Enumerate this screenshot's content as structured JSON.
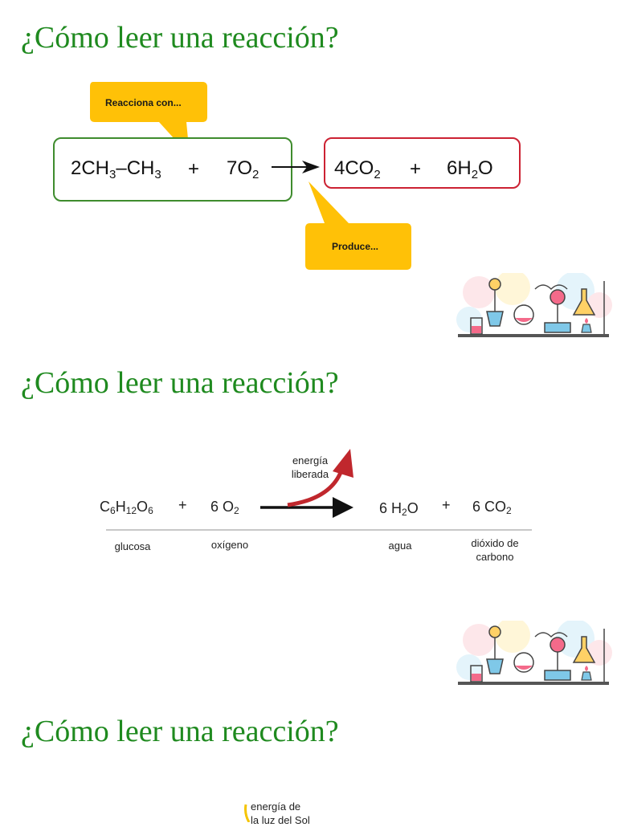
{
  "slides": [
    {
      "title": "¿Cómo leer una reacción?",
      "callout_top": "Reacciona con...",
      "callout_bottom": "Produce...",
      "reactants": {
        "c1": "2CH",
        "c1_sub": "3",
        "dash": "–CH",
        "c2_sub": "3",
        "plus": "+",
        "o2": "7O",
        "o2_sub": "2"
      },
      "products": {
        "co2": "4CO",
        "co2_sub": "2",
        "plus": "+",
        "h2o_a": "6H",
        "h2o_sub": "2",
        "h2o_b": "O"
      },
      "colors": {
        "reactant_border": "#3f8c2e",
        "product_border": "#cc2233",
        "callout": "#ffc107"
      }
    },
    {
      "title": "¿Cómo leer una reacción?",
      "energy_label_1": "energía",
      "energy_label_2": "liberada",
      "glucose": {
        "c": "C",
        "c_sub": "6",
        "h": "H",
        "h_sub": "12",
        "o": "O",
        "o_sub": "6"
      },
      "plus1": "+",
      "oxygen": {
        "t": "6 O",
        "sub": "2"
      },
      "water": {
        "t": "6 H",
        "sub": "2",
        "t2": "O"
      },
      "plus2": "+",
      "co2": {
        "t": "6 CO",
        "sub": "2"
      },
      "labels": {
        "glucosa": "glucosa",
        "oxigeno": "oxígeno",
        "agua": "agua",
        "dioxido_1": "dióxido de",
        "dioxido_2": "carbono"
      },
      "colors": {
        "energy_arrow": "#c0272d"
      }
    },
    {
      "title": "¿Cómo leer una reacción?",
      "energy_label_1": "energía de",
      "energy_label_2": "la luz del Sol"
    }
  ]
}
